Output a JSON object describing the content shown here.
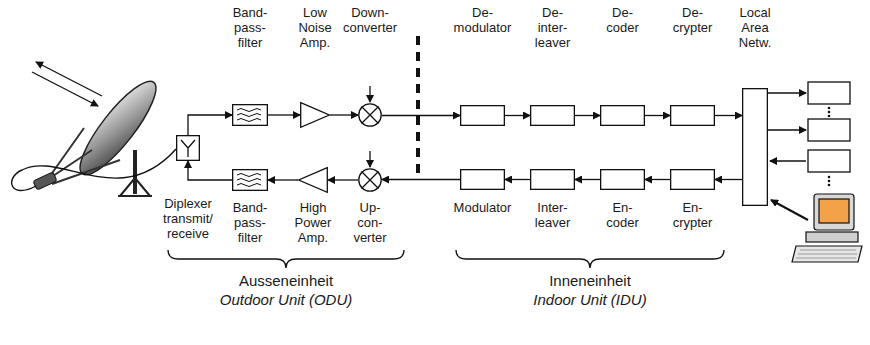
{
  "diagram": {
    "nodes": [
      {
        "text": [
          "Diplexer transmit/ receive"
        ]
      },
      {
        "text": [
          "Band- pass- filter"
        ]
      },
      {
        "text": [
          "Low Noise Amp."
        ]
      },
      {
        "text": [
          "Down- converter"
        ]
      },
      {
        "text": [
          "De- modulator"
        ]
      },
      {
        "text": [
          "De- inter- leaver"
        ]
      },
      {
        "text": [
          "De- coder"
        ]
      },
      {
        "text": [
          "De- crypter"
        ]
      },
      {
        "text": [
          "Local Area Netw."
        ]
      },
      {
        "text": [
          "Band- pass- filter"
        ]
      },
      {
        "text": [
          "High Power Amp."
        ]
      },
      {
        "text": [
          "Up- con- verter"
        ]
      },
      {
        "text": [
          "Modulator"
        ]
      },
      {
        "text": [
          "Inter- leaver"
        ]
      },
      {
        "text": [
          "En- coder"
        ]
      },
      {
        "text": [
          "En- crypter"
        ]
      }
    ],
    "edges": [
      {
        "from": 0,
        "to": 1,
        "arrow": "to"
      },
      {
        "from": 1,
        "to": 2,
        "arrow": "to"
      },
      {
        "from": 2,
        "to": 3,
        "arrow": "to"
      },
      {
        "from": 3,
        "to": 4,
        "arrow": "to"
      },
      {
        "from": 4,
        "to": 5,
        "arrow": "to"
      },
      {
        "from": 5,
        "to": 6,
        "arrow": "to"
      },
      {
        "from": 6,
        "to": 7,
        "arrow": "to"
      },
      {
        "from": 7,
        "to": 8,
        "arrow": "to"
      },
      {
        "from": 8,
        "to": 15,
        "arrow": "to"
      },
      {
        "from": 15,
        "to": 14,
        "arrow": "to"
      },
      {
        "from": 14,
        "to": 13,
        "arrow": "to"
      },
      {
        "from": 13,
        "to": 12,
        "arrow": "to"
      },
      {
        "from": 12,
        "to": 11,
        "arrow": "to"
      },
      {
        "from": 11,
        "to": 10,
        "arrow": "to"
      },
      {
        "from": 10,
        "to": 9,
        "arrow": "to"
      },
      {
        "from": 9,
        "to": 0,
        "arrow": "to"
      }
    ],
    "labels": [
      "Ausseneinheit",
      "Outdoor Unit (ODU)",
      "Inneneinheit",
      "Indoor Unit (IDU)"
    ]
  }
}
